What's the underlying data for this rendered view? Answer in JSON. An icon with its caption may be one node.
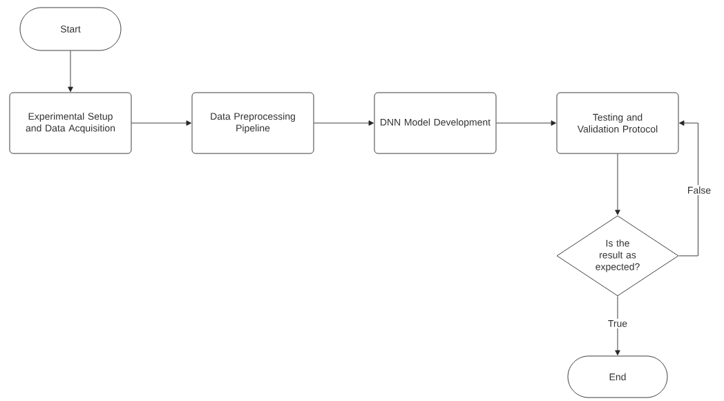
{
  "diagram": {
    "nodes": [
      {
        "text": [
          "Start"
        ]
      },
      {
        "text": [
          "Experimental Setup and Data Acquisition"
        ]
      },
      {
        "text": [
          "Data Preprocessing Pipeline"
        ]
      },
      {
        "text": [
          "DNN Model Development"
        ]
      },
      {
        "text": [
          "Testing and Validation Protocol"
        ]
      },
      {
        "text": [
          "Is the result as expected?"
        ]
      },
      {
        "text": [
          "End"
        ]
      }
    ],
    "edges": [
      {
        "from": 0,
        "to": 1,
        "arrow": "to"
      },
      {
        "from": 1,
        "to": 2,
        "arrow": "to"
      },
      {
        "from": 2,
        "to": 3,
        "arrow": "to"
      },
      {
        "from": 3,
        "to": 4,
        "arrow": "to"
      },
      {
        "from": 4,
        "to": 5,
        "arrow": "to"
      },
      {
        "from": 5,
        "to": 4,
        "arrow": "to",
        "label": "False"
      },
      {
        "from": 5,
        "to": 6,
        "arrow": "to",
        "label": "True"
      }
    ]
  }
}
